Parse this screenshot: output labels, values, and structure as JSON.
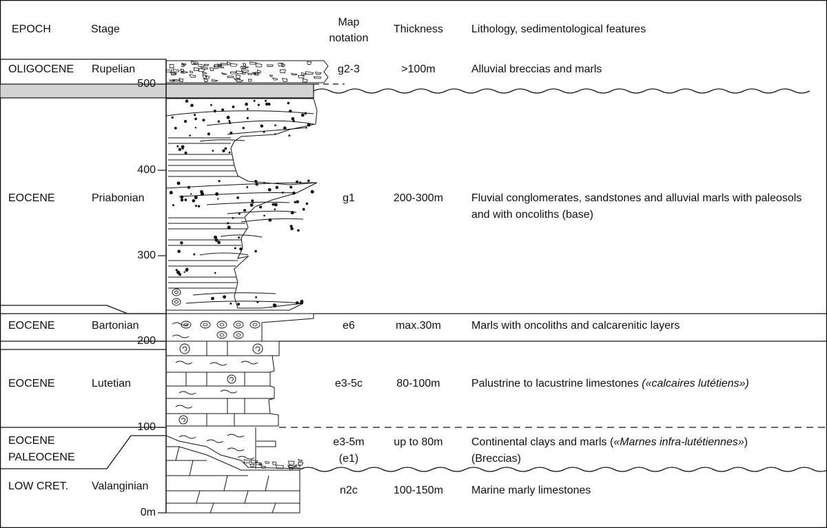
{
  "header": {
    "epoch": "EPOCH",
    "stage": "Stage",
    "map_line1": "Map",
    "map_line2": "notation",
    "thickness": "Thickness",
    "lithology": "Lithology, sedimentological features"
  },
  "depth_ticks": [
    "500",
    "400",
    "300",
    "200",
    "100",
    "0m"
  ],
  "units": [
    {
      "epoch": "OLIGOCENE",
      "stage": "Rupelian",
      "map": "g2-3",
      "thickness": ">100m",
      "lith": "Alluvial breccias and marls"
    },
    {
      "epoch": "EOCENE",
      "stage": "Priabonian",
      "map": "g1",
      "thickness": "200-300m",
      "lith": "Fluvial conglomerates, sandstones and alluvial marls with paleosols",
      "lith2": "and with oncoliths (base)"
    },
    {
      "epoch": "EOCENE",
      "stage": "Bartonian",
      "map": "e6",
      "thickness": "max.30m",
      "lith": "Marls with oncoliths and calcarenitic layers"
    },
    {
      "epoch": "EOCENE",
      "stage": "Lutetian",
      "map": "e3-5c",
      "thickness": "80-100m",
      "lith": "Palustrine to lacustrine limestones ",
      "lith_italic": "(«calcaires lutétiens»)"
    },
    {
      "epoch": "EOCENE",
      "epoch2": "PALEOCENE",
      "stage": "",
      "map": "e3-5m",
      "map2": "(e1)",
      "thickness": "up to 80m",
      "lith_a": "Continental clays and marls (",
      "lith_italic": "«Marnes infra-lutétiennes»",
      "lith_b": ")",
      "lith2": "(Breccias)"
    },
    {
      "epoch": "LOW CRET.",
      "stage": "Valanginian",
      "map": "n2c",
      "thickness": "100-150m",
      "lith": "Marine marly limestones"
    }
  ],
  "colors": {
    "ink": "#111111",
    "hiatus_band": "#d3d3d3"
  }
}
